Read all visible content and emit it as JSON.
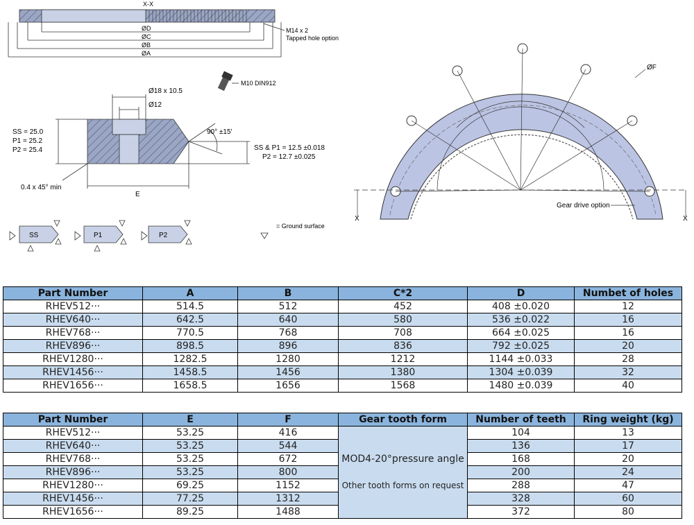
{
  "drawing": {
    "section_label": "X-X",
    "dims_top": [
      "ØD",
      "ØC",
      "ØB",
      "ØA"
    ],
    "tapped_hole": "M14 x 2",
    "tapped_hole_note": "Tapped hole option",
    "bolt": "M10 DIN912",
    "bore1": "Ø18 x 10.5",
    "bore2": "Ø12",
    "ss_line": "SS = 25.0",
    "p1_line": "P1 = 25.2",
    "p2_line": "P2 = 25.4",
    "angle": "90° ±15'",
    "tol1": "SS & P1 = 12.5 ±0.018",
    "tol2": "P2 = 12.7 ±0.025",
    "chamfer": "0.4 x 45° min",
    "dim_e": "E",
    "profile_ss": "SS",
    "profile_p1": "P1",
    "profile_p2": "P2",
    "ground_surface": "= Ground surface",
    "dim_f": "ØF",
    "gear_drive": "Gear drive option",
    "x_left": "X",
    "x_right": "X"
  },
  "table1": {
    "headers": [
      "Part Number",
      "A",
      "B",
      "C*2",
      "D",
      "Numbet of holes"
    ],
    "rows": [
      [
        "RHEV512···",
        "514.5",
        "512",
        "452",
        "408 ±0.020",
        "12"
      ],
      [
        "RHEV640···",
        "642.5",
        "640",
        "580",
        "536 ±0.022",
        "16"
      ],
      [
        "RHEV768···",
        "770.5",
        "768",
        "708",
        "664 ±0.025",
        "16"
      ],
      [
        "RHEV896···",
        "898.5",
        "896",
        "836",
        "792 ±0.025",
        "20"
      ],
      [
        "RHEV1280···",
        "1282.5",
        "1280",
        "1212",
        "1144 ±0.033",
        "28"
      ],
      [
        "RHEV1456···",
        "1458.5",
        "1456",
        "1380",
        "1304 ±0.039",
        "32"
      ],
      [
        "RHEV1656···",
        "1658.5",
        "1656",
        "1568",
        "1480 ±0.039",
        "40"
      ]
    ]
  },
  "table2": {
    "headers": [
      "Part Number",
      "E",
      "F",
      "Gear tooth form",
      "Number of teeth",
      "Ring weight (kg)"
    ],
    "tooth_form_1": "MOD4-20°pressure angle",
    "tooth_form_2": "Other tooth forms on request",
    "rows": [
      [
        "RHEV512···",
        "53.25",
        "416",
        "104",
        "13"
      ],
      [
        "RHEV640···",
        "53.25",
        "544",
        "136",
        "17"
      ],
      [
        "RHEV768···",
        "53.25",
        "672",
        "168",
        "20"
      ],
      [
        "RHEV896···",
        "53.25",
        "800",
        "200",
        "24"
      ],
      [
        "RHEV1280···",
        "69.25",
        "1152",
        "288",
        "47"
      ],
      [
        "RHEV1456···",
        "77.25",
        "1312",
        "328",
        "60"
      ],
      [
        "RHEV1656···",
        "89.25",
        "1488",
        "372",
        "80"
      ]
    ]
  }
}
